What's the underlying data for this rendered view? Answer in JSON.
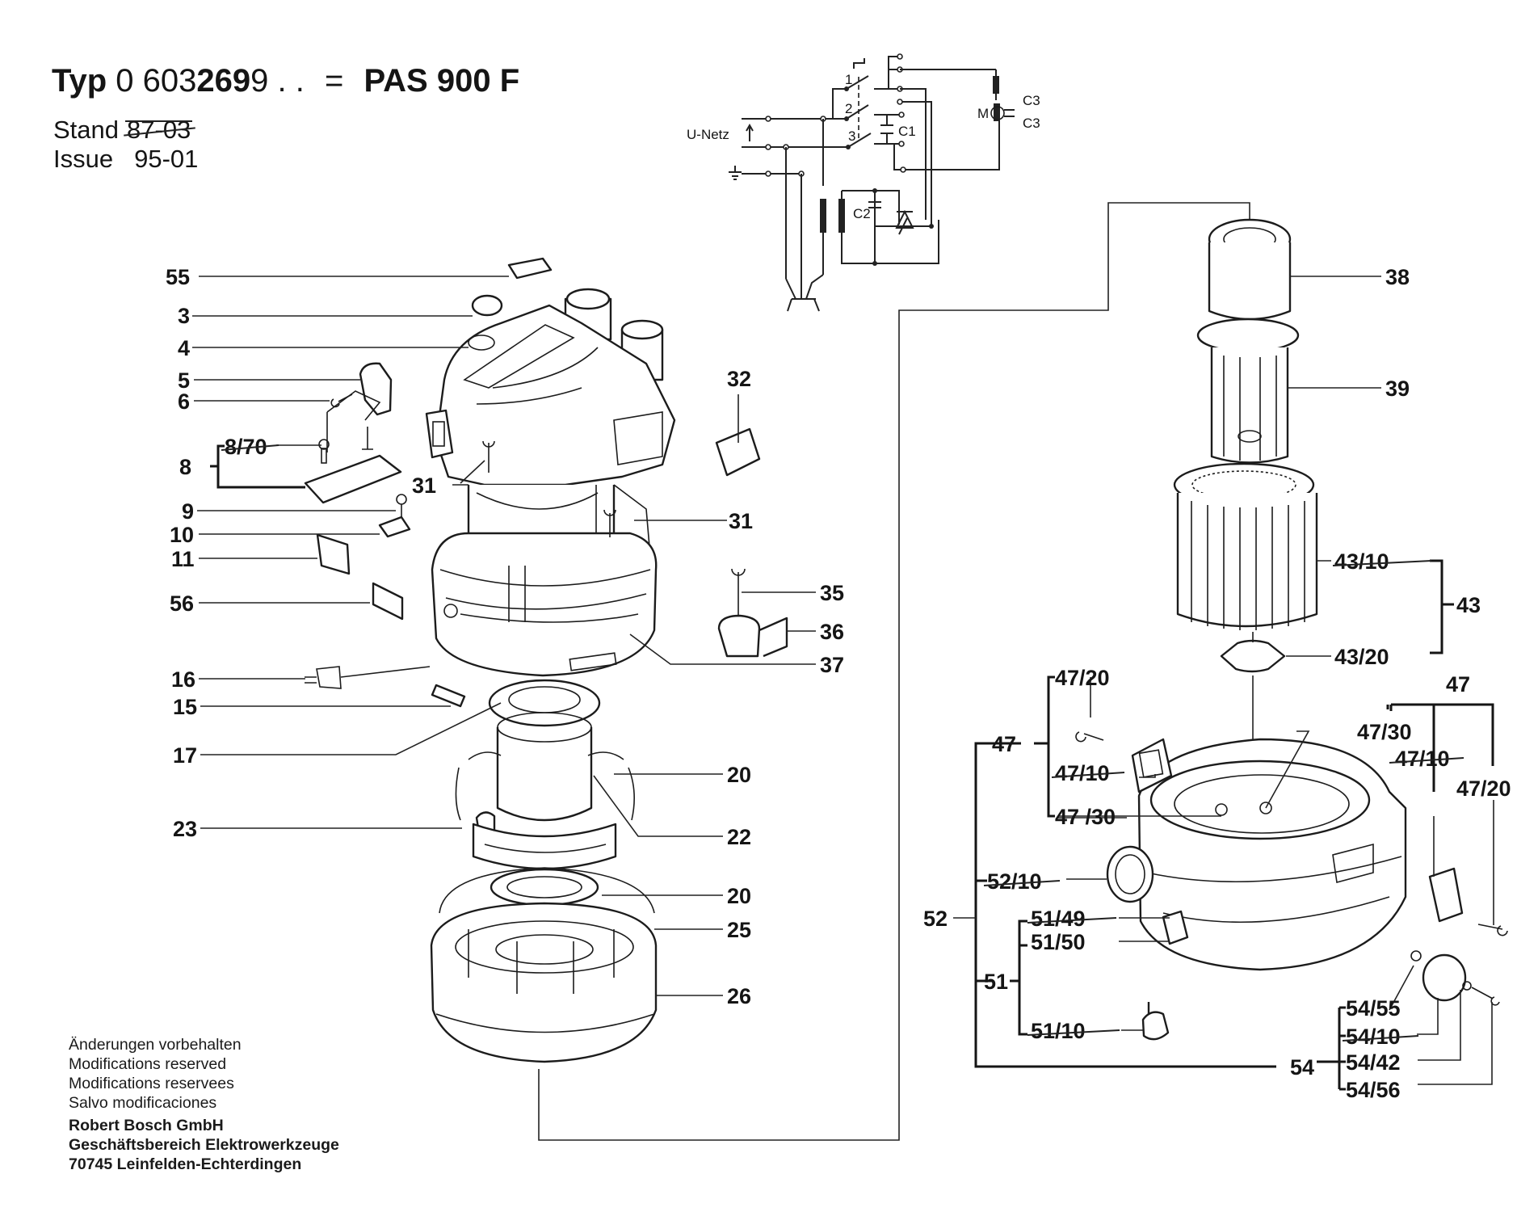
{
  "header": {
    "typ_label": "Typ",
    "type_number_prefix": "0 603",
    "type_number_bold": "269",
    "type_number_suffix": "9 . .",
    "equals": "=",
    "model": "PAS 900 F",
    "stand_label": "Stand",
    "stand_value_crossed": "87-03",
    "issue_label": "Issue",
    "issue_value": "95-01"
  },
  "circuit": {
    "mains_label": "U-Netz",
    "switch_contacts": [
      "1",
      "2",
      "3"
    ],
    "capacitors": [
      "C1",
      "C2",
      "C3",
      "C3"
    ],
    "motor_label": "M"
  },
  "parts": {
    "p55": "55",
    "p3": "3",
    "p4": "4",
    "p5": "5",
    "p6": "6",
    "p8": "8",
    "p8_70": "8/70",
    "p9": "9",
    "p10": "10",
    "p11": "11",
    "p56": "56",
    "p16": "16",
    "p15": "15",
    "p17": "17",
    "p23": "23",
    "p31a": "31",
    "p31b": "31",
    "p32": "32",
    "p35": "35",
    "p36": "36",
    "p37": "37",
    "p20a": "20",
    "p22": "22",
    "p20b": "20",
    "p25": "25",
    "p26": "26",
    "p38": "38",
    "p39": "39",
    "p43": "43",
    "p43_10": "43/10",
    "p43_20": "43/20",
    "p47_left": "47",
    "p47_20_left": "47/20",
    "p47_10_left": "47/10",
    "p47_30_left": "47 /30",
    "p47_right": "47",
    "p47_30_right": "47/30",
    "p47_10_right": "47/10",
    "p47_20_right": "47/20",
    "p52": "52",
    "p52_10": "52/10",
    "p51": "51",
    "p51_49": "51/49",
    "p51_50": "51/50",
    "p51_10": "51/10",
    "p54": "54",
    "p54_55": "54/55",
    "p54_10": "54/10",
    "p54_42": "54/42",
    "p54_56": "54/56"
  },
  "superseded_parts": [
    "8/70",
    "43/10",
    "47/10",
    "52/10",
    "51/49",
    "51/10",
    "54/10"
  ],
  "footer": {
    "notice_lines": [
      "Änderungen vorbehalten",
      "Modifications reserved",
      "Modifications reservees",
      "Salvo modificaciones"
    ],
    "company_lines": [
      "Robert Bosch GmbH",
      "Geschäftsbereich Elektrowerkzeuge",
      "70745 Leinfelden-Echterdingen"
    ]
  }
}
